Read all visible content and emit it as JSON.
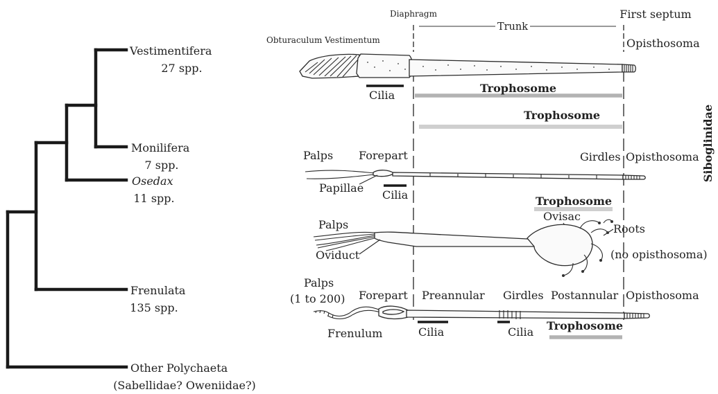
{
  "colors": {
    "tree": "#1a1a1a",
    "cilia_bar": "#1a1a1a",
    "trophosome_bar": "#b3b3b3",
    "text": "#222222"
  },
  "tree": {
    "taxa": [
      {
        "name": "Vestimentifera",
        "count": "27 spp.",
        "italic": false
      },
      {
        "name": "Monilifera",
        "count": "7 spp.",
        "italic": false
      },
      {
        "name": "Osedax",
        "count": "11 spp.",
        "italic": true
      },
      {
        "name": "Frenulata",
        "count": "135 spp.",
        "italic": false
      },
      {
        "name": "Other Polychaeta",
        "count": "(Sabellidae? Oweniidae?)",
        "italic": false
      }
    ]
  },
  "family_label": "Siboglinidae",
  "worm1": {
    "diaphragm": "Diaphragm",
    "trunk": "Trunk",
    "first_septum": "First septum",
    "obturaculum_vestimentum": "Obturaculum Vestimentum",
    "opisthosoma": "Opisthosoma",
    "cilia": "Cilia",
    "trophosome": "Trophosome"
  },
  "worm2": {
    "trophosome": "Trophosome",
    "palps": "Palps",
    "forepart": "Forepart",
    "girdles": "Girdles",
    "opisthosoma": "Opisthosoma",
    "papillae": "Papillae",
    "cilia": "Cilia"
  },
  "worm3": {
    "trophosome": "Trophosome",
    "palps": "Palps",
    "ovisac": "Ovisac",
    "roots": "Roots",
    "oviduct": "Oviduct",
    "no_opisthosoma": "(no opisthosoma)"
  },
  "worm4": {
    "palps": "Palps",
    "palps_range": "(1 to 200)",
    "forepart": "Forepart",
    "preannular": "Preannular",
    "girdles": "Girdles",
    "postannular": "Postannular",
    "opisthosoma": "Opisthosoma",
    "frenulum": "Frenulum",
    "cilia_1": "Cilia",
    "cilia_2": "Cilia",
    "trophosome": "Trophosome"
  }
}
